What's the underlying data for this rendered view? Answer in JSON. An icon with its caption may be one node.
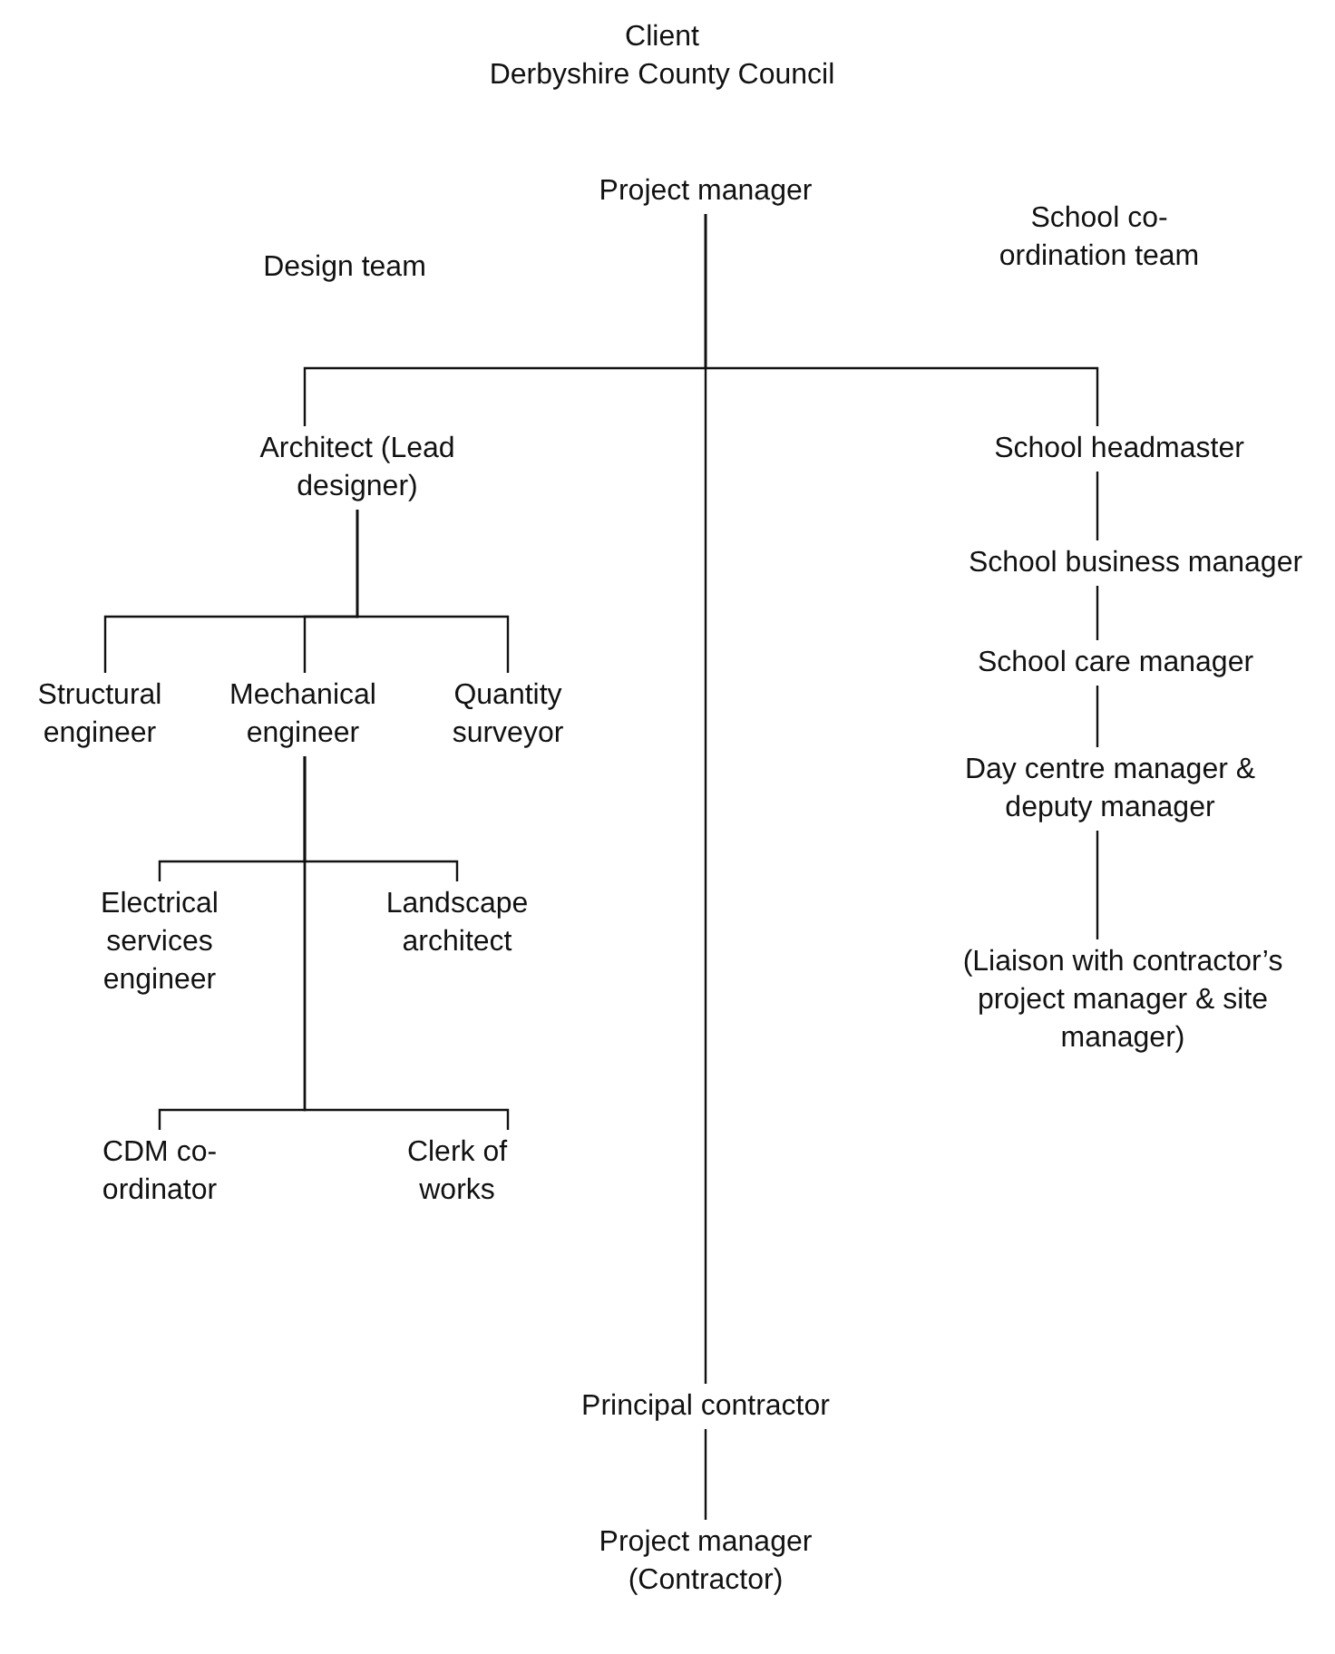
{
  "diagram": {
    "nodes": [
      {
        "text": [
          "Project manager"
        ]
      },
      {
        "text": [
          "Architect (Lead designer)"
        ]
      },
      {
        "text": [
          "School headmaster"
        ]
      },
      {
        "text": [
          "Structural engineer"
        ]
      },
      {
        "text": [
          "Mechanical engineer"
        ]
      },
      {
        "text": [
          "Quantity surveyor"
        ]
      },
      {
        "text": [
          "Electrical services engineer"
        ]
      },
      {
        "text": [
          "Landscape architect"
        ]
      },
      {
        "text": [
          "CDM co-ordinator"
        ]
      },
      {
        "text": [
          "Clerk of works"
        ]
      },
      {
        "text": [
          "School business manager"
        ]
      },
      {
        "text": [
          "School care manager"
        ]
      },
      {
        "text": [
          "Day centre manager & deputy manager"
        ]
      },
      {
        "text": [
          "(Liaison with contractor’s project manager & site manager)"
        ]
      },
      {
        "text": [
          "Principal contractor"
        ]
      },
      {
        "text": [
          "Project manager (Contractor)"
        ]
      }
    ],
    "edges": [
      {
        "from": 0,
        "to": 1,
        "arrow": "none"
      },
      {
        "from": 0,
        "to": 2,
        "arrow": "none"
      },
      {
        "from": 0,
        "to": 14,
        "arrow": "none"
      },
      {
        "from": 1,
        "to": 3,
        "arrow": "none"
      },
      {
        "from": 1,
        "to": 4,
        "arrow": "none"
      },
      {
        "from": 1,
        "to": 5,
        "arrow": "none"
      },
      {
        "from": 4,
        "to": 6,
        "arrow": "none"
      },
      {
        "from": 4,
        "to": 7,
        "arrow": "none"
      },
      {
        "from": 4,
        "to": 8,
        "arrow": "none"
      },
      {
        "from": 4,
        "to": 9,
        "arrow": "none"
      },
      {
        "from": 2,
        "to": 10,
        "arrow": "none"
      },
      {
        "from": 10,
        "to": 11,
        "arrow": "none"
      },
      {
        "from": 11,
        "to": 12,
        "arrow": "none"
      },
      {
        "from": 12,
        "to": 13,
        "arrow": "none"
      },
      {
        "from": 14,
        "to": 15,
        "arrow": "none"
      }
    ],
    "labels": [
      "Client",
      "Derbyshire County Council",
      "Design team",
      "School co-ordination team"
    ]
  }
}
